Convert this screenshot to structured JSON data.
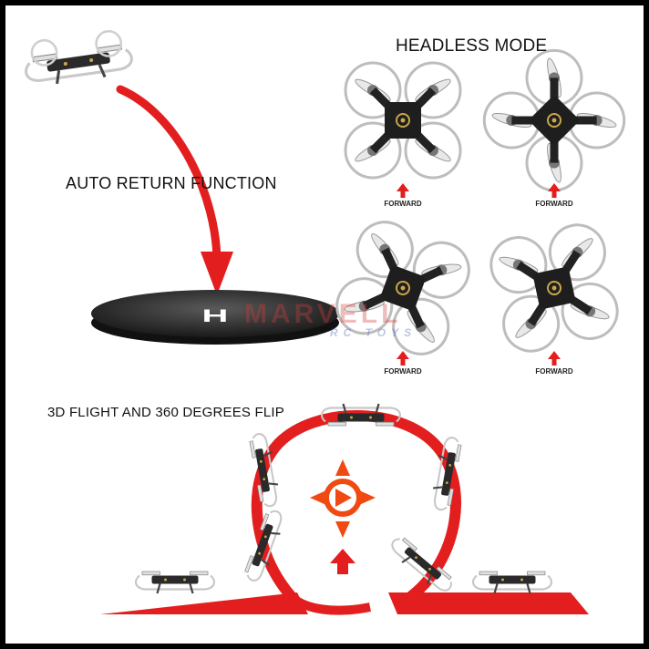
{
  "headings": {
    "headless_mode": "HEADLESS MODE",
    "auto_return": "AUTO RETURN FUNCTION",
    "flip": "3D FLIGHT AND 360 DEGREES FLIP"
  },
  "headless_panels": [
    {
      "caption": "FORWARD"
    },
    {
      "caption": "FORWARD"
    },
    {
      "caption": "FORWARD"
    },
    {
      "caption": "FORWARD"
    }
  ],
  "landing_pad": {
    "letter": "H"
  },
  "watermark": {
    "brand": "MARVELL",
    "sub": "RC TOYS"
  },
  "colors": {
    "accent_red": "#e31e1e",
    "control_orange": "#f04a12",
    "drone_dark": "#1e1e1e",
    "drone_light": "#f2f2f2",
    "pad_dark": "#2a2a2a"
  }
}
